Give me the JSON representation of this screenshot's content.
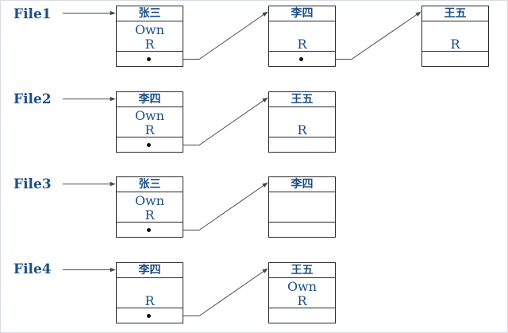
{
  "files": [
    {
      "label": "File1",
      "nodes": [
        {
          "name": "张三",
          "lines": [
            "Own",
            "R"
          ],
          "has_next": true
        },
        {
          "name": "李四",
          "lines": [
            "",
            "R"
          ],
          "has_next": true
        },
        {
          "name": "王五",
          "lines": [
            "",
            "R"
          ],
          "has_next": false
        }
      ]
    },
    {
      "label": "File2",
      "nodes": [
        {
          "name": "李四",
          "lines": [
            "Own",
            "R"
          ],
          "has_next": true
        },
        {
          "name": "王五",
          "lines": [
            "",
            "R"
          ],
          "has_next": false
        }
      ]
    },
    {
      "label": "File3",
      "nodes": [
        {
          "name": "张三",
          "lines": [
            "Own",
            "R"
          ],
          "has_next": true
        },
        {
          "name": "李四",
          "lines": [
            "",
            ""
          ],
          "has_next": false
        }
      ]
    },
    {
      "label": "File4",
      "nodes": [
        {
          "name": "李四",
          "lines": [
            "",
            "R"
          ],
          "has_next": true
        },
        {
          "name": "王五",
          "lines": [
            "Own",
            "R"
          ],
          "has_next": false
        }
      ]
    }
  ]
}
